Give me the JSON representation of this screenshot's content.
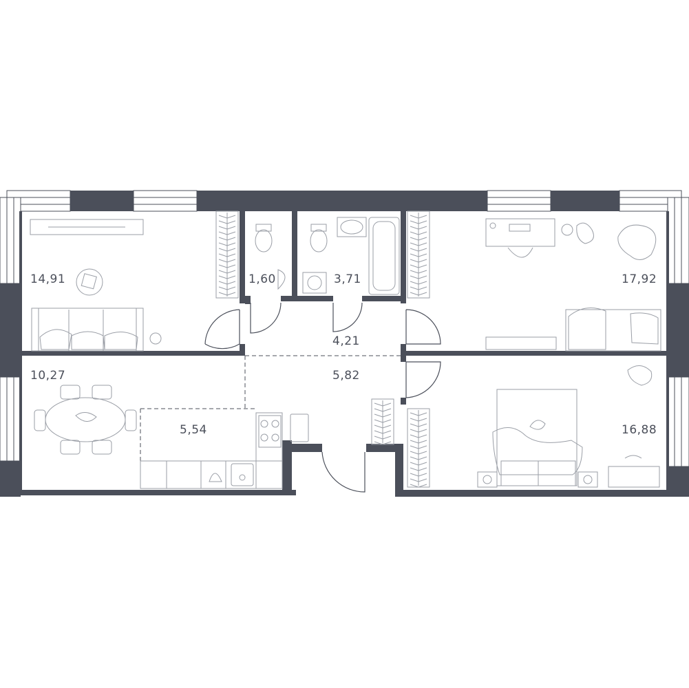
{
  "plan": {
    "accent_color": "#4b4f5a",
    "rooms": [
      {
        "id": "living-room",
        "area": "14,91"
      },
      {
        "id": "toilet",
        "area": "1,60"
      },
      {
        "id": "bathroom",
        "area": "3,71"
      },
      {
        "id": "bedroom-1",
        "area": "17,92"
      },
      {
        "id": "corridor",
        "area": "4,21"
      },
      {
        "id": "hall",
        "area": "5,82"
      },
      {
        "id": "dining",
        "area": "10,27"
      },
      {
        "id": "kitchen",
        "area": "5,54"
      },
      {
        "id": "bedroom-2",
        "area": "16,88"
      }
    ]
  }
}
